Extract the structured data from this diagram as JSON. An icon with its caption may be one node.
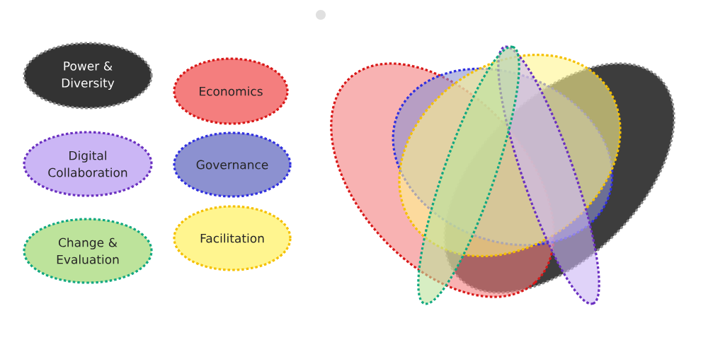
{
  "diagram": {
    "legend": [
      {
        "text": "Power & Diversity",
        "color": "#333333"
      },
      {
        "text": "Economics",
        "color": "#f47e7e"
      },
      {
        "text": "Digital Collaboration",
        "color": "#cbb6f5"
      },
      {
        "text": "Governance",
        "color": "#8c91d0"
      },
      {
        "text": "Change & Evaluation",
        "color": "#bde39b"
      },
      {
        "text": "Facilitation",
        "color": "#fff58f"
      }
    ]
  }
}
